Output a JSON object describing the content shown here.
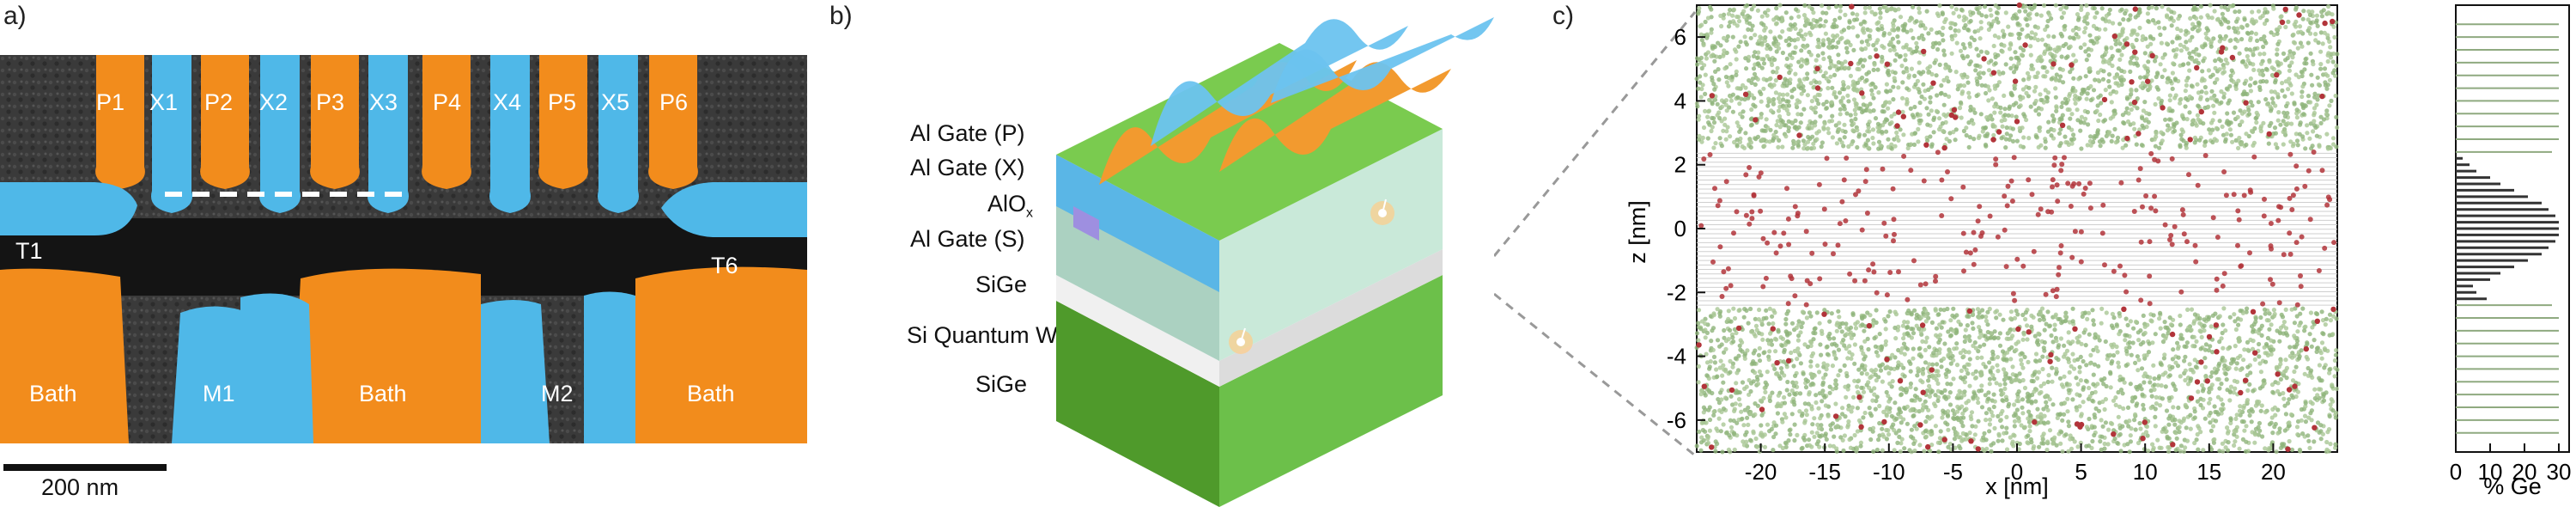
{
  "panels": {
    "a": {
      "label": "a)",
      "gate_labels": [
        "P1",
        "X1",
        "P2",
        "X2",
        "P3",
        "X3",
        "P4",
        "X4",
        "P5",
        "X5",
        "P6"
      ],
      "tunnel_labels": [
        "T1",
        "T6"
      ],
      "bottom_labels": [
        "Bath",
        "M1",
        "Bath",
        "M2",
        "Bath"
      ],
      "scale_bar": "200 nm",
      "colors": {
        "plunger": "#f28c1c",
        "exchange": "#4fb8e8",
        "substrate": "#2a2a2a"
      }
    },
    "b": {
      "label": "b)",
      "layers": [
        "Al Gate (P)",
        "Al Gate (X)",
        "AlO",
        "x",
        "Al Gate (S)",
        "SiGe",
        "Si Quantum Well",
        "SiGe"
      ]
    },
    "c": {
      "label": "c)",
      "ylabel": "z [nm]",
      "xlabel": "x [nm]",
      "hist_xlabel": "% Ge",
      "yticks": [
        "6",
        "4",
        "2",
        "0",
        "-2",
        "-4",
        "-6"
      ],
      "xticks": [
        "-20",
        "-15",
        "-10",
        "-5",
        "0",
        "5",
        "10",
        "15",
        "20"
      ],
      "hist_xticks": [
        "0",
        "10",
        "20",
        "30"
      ]
    }
  },
  "chart_data": {
    "type": "bar",
    "title": "",
    "xlabel": "% Ge",
    "ylabel": "z [nm]",
    "orientation": "horizontal",
    "categories": [
      -6.4,
      -6.0,
      -5.6,
      -5.2,
      -4.8,
      -4.4,
      -4.0,
      -3.6,
      -3.2,
      -2.8,
      -2.4,
      -2.2,
      -2.0,
      -1.8,
      -1.6,
      -1.4,
      -1.2,
      -1.0,
      -0.8,
      -0.6,
      -0.4,
      -0.2,
      0.0,
      0.2,
      0.4,
      0.6,
      0.8,
      1.0,
      1.2,
      1.4,
      1.6,
      1.8,
      2.0,
      2.2,
      2.4,
      2.8,
      3.2,
      3.6,
      4.0,
      4.4,
      4.8,
      5.2,
      5.6,
      6.0,
      6.4
    ],
    "values": [
      30,
      30,
      30,
      30,
      30,
      30,
      30,
      30,
      30,
      30,
      28,
      9,
      6,
      5,
      10,
      13,
      17,
      21,
      25,
      27,
      29,
      30,
      30,
      30,
      29,
      27,
      25,
      21,
      17,
      13,
      10,
      6,
      4,
      2,
      28,
      30,
      30,
      30,
      30,
      30,
      30,
      30,
      30,
      30,
      30
    ],
    "xlim": [
      0,
      33
    ],
    "ylim": [
      -7,
      7
    ]
  }
}
